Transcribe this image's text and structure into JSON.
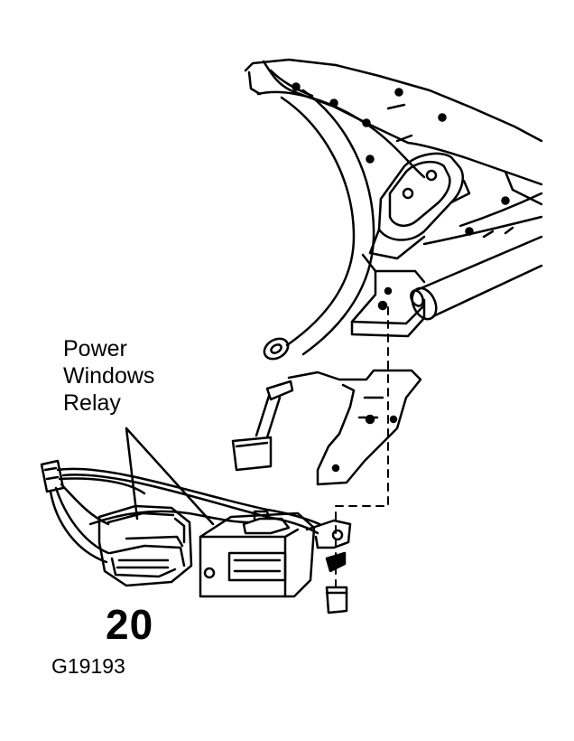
{
  "callout": {
    "line1": "Power",
    "line2": "Windows",
    "line3": "Relay"
  },
  "figure": {
    "number": "20",
    "code": "G19193"
  },
  "colors": {
    "ink": "#000000",
    "paper": "#ffffff"
  }
}
